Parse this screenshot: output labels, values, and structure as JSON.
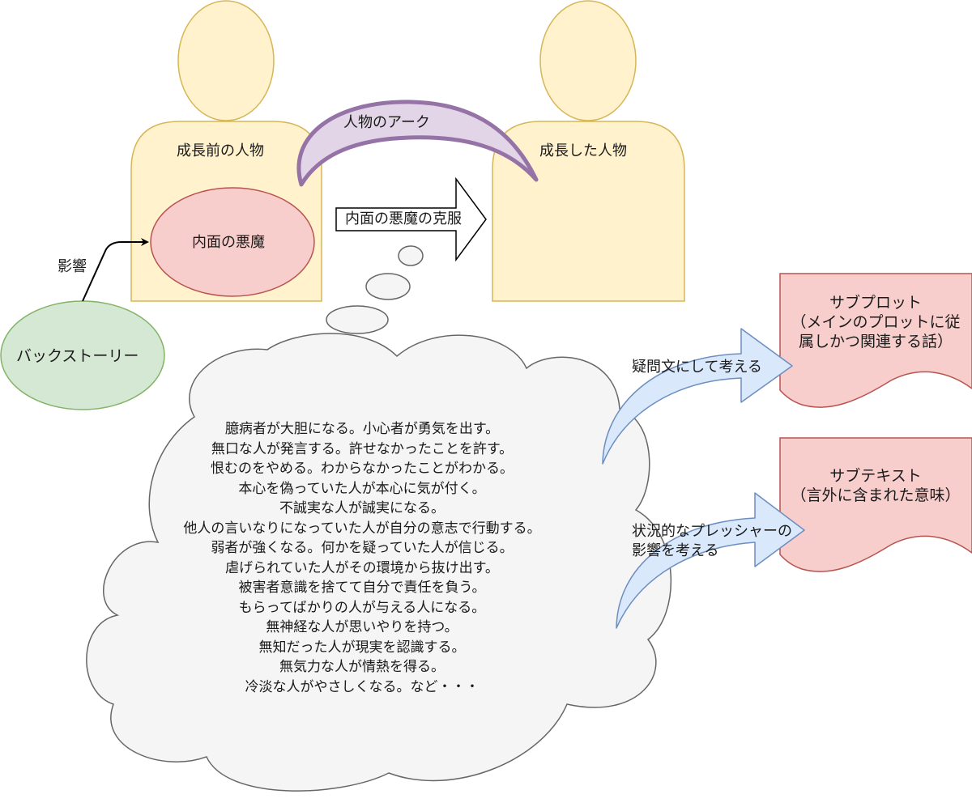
{
  "figures": {
    "before": "成長前の人物",
    "after": "成長した人物"
  },
  "inner_demon": "内面の悪魔",
  "arc_label": "人物のアーク",
  "overcome_label": "内面の悪魔の克服",
  "influence_label": "影響",
  "backstory": "バックストーリー",
  "cloud_lines": [
    "臆病者が大胆になる。小心者が勇気を出す。",
    "無口な人が発言する。許せなかったことを許す。",
    "恨むのをやめる。わからなかったことがわかる。",
    "本心を偽っていた人が本心に気が付く。",
    "不誠実な人が誠実になる。",
    "他人の言いなりになっていた人が自分の意志で行動する。",
    "弱者が強くなる。何かを疑っていた人が信じる。",
    "虐げられていた人がその環境から抜け出す。",
    "被害者意識を捨てて自分で責任を負う。",
    "もらってばかりの人が与える人になる。",
    "無神経な人が思いやりを持つ。",
    "無知だった人が現実を認識する。",
    "無気力な人が情熱を得る。",
    "冷淡な人がやさしくなる。など・・・"
  ],
  "arrow_labels": {
    "question": "疑問文にして考える",
    "pressure_line1": "状況的なプレッシャーの",
    "pressure_line2": "影響を考える"
  },
  "subplot": {
    "title": "サブプロット",
    "line2": "（メインのプロットに従",
    "line3": "属しかつ関連する話）"
  },
  "subtext": {
    "title": "サブテキスト",
    "line2": "（言外に含まれた意味）"
  },
  "colors": {
    "figure_fill": "#fff2cc",
    "figure_stroke": "#d6b656",
    "demon_fill": "#f8cecc",
    "demon_stroke": "#b85450",
    "arc_fill": "#e1d5e7",
    "arc_stroke": "#9673a6",
    "backstory_fill": "#d5e8d4",
    "backstory_stroke": "#82b366",
    "cloud_fill": "#f5f5f5",
    "cloud_stroke": "#666666",
    "blue_fill": "#dae8fc",
    "blue_stroke": "#6c8ebf"
  }
}
